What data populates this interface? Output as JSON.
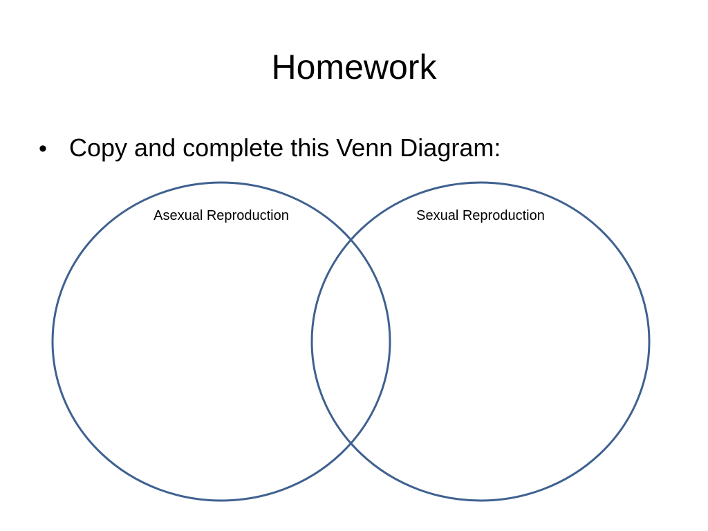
{
  "slide": {
    "title": "Homework",
    "bullet": "Copy and complete this Venn Diagram:"
  },
  "venn": {
    "left_label": "Asexual Reproduction",
    "right_label": "Sexual Reproduction",
    "stroke_color": "#3f6190"
  }
}
